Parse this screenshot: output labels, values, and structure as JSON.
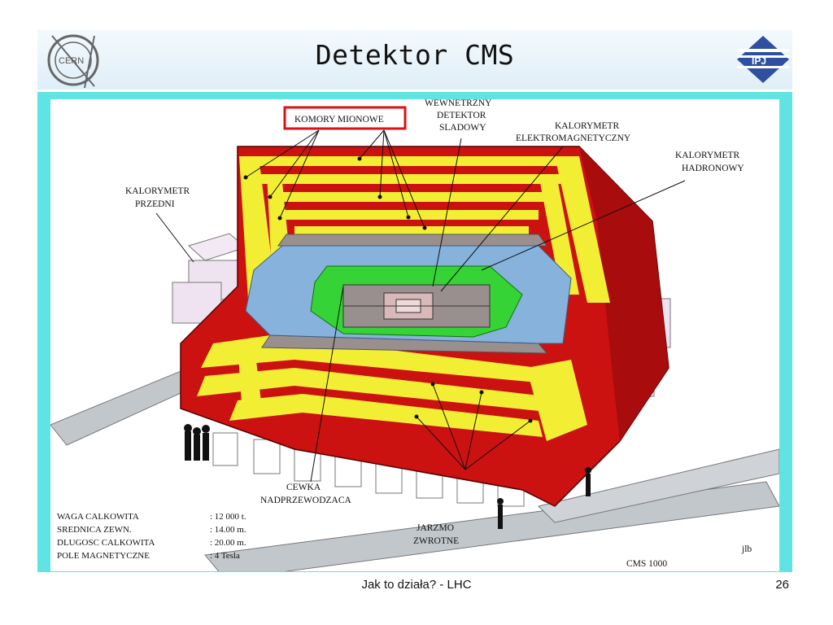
{
  "slide": {
    "title": "Detektor CMS",
    "footer": "Jak to działa? - LHC",
    "page_number": "26",
    "left_logo_text": "CERN",
    "right_logo_text": "IPJ"
  },
  "diagram": {
    "labels": {
      "muon_chambers": "KOMORY MIONOWE",
      "inner_tracker": [
        "WEWNETRZNY",
        "DETEKTOR",
        "SLADOWY"
      ],
      "em_calorimeter": [
        "KALORYMETR",
        "ELEKTROMAGNETYCZNY"
      ],
      "hadron_calorimeter": [
        "KALORYMETR",
        "HADRONOWY"
      ],
      "forward_calorimeter": [
        "KALORYMETR",
        "PRZEDNI"
      ],
      "solenoid": [
        "CEWKA",
        "NADPRZEWODZACA"
      ],
      "return_yoke": [
        "JARZMO",
        "ZWROTNE"
      ],
      "version": "CMS 1000",
      "signature": "jlb"
    },
    "specs": [
      {
        "name": "WAGA CALKOWITA",
        "value": ": 12 000 t."
      },
      {
        "name": "SREDNICA ZEWN.",
        "value": ": 14.00 m."
      },
      {
        "name": "DLUGOSC  CALKOWITA",
        "value": ": 20.00 m."
      },
      {
        "name": "POLE  MAGNETYCZNE",
        "value": ": 4 Tesla"
      }
    ],
    "colors": {
      "frame": "#5fe3e3",
      "yoke_red": "#cc1111",
      "muon_yellow": "#f2ee33",
      "hcal_blue": "#86b2dc",
      "ecal_green": "#35d335",
      "tracker_grey": "#9a8f8f",
      "highlight_box": "#dd1111"
    }
  }
}
